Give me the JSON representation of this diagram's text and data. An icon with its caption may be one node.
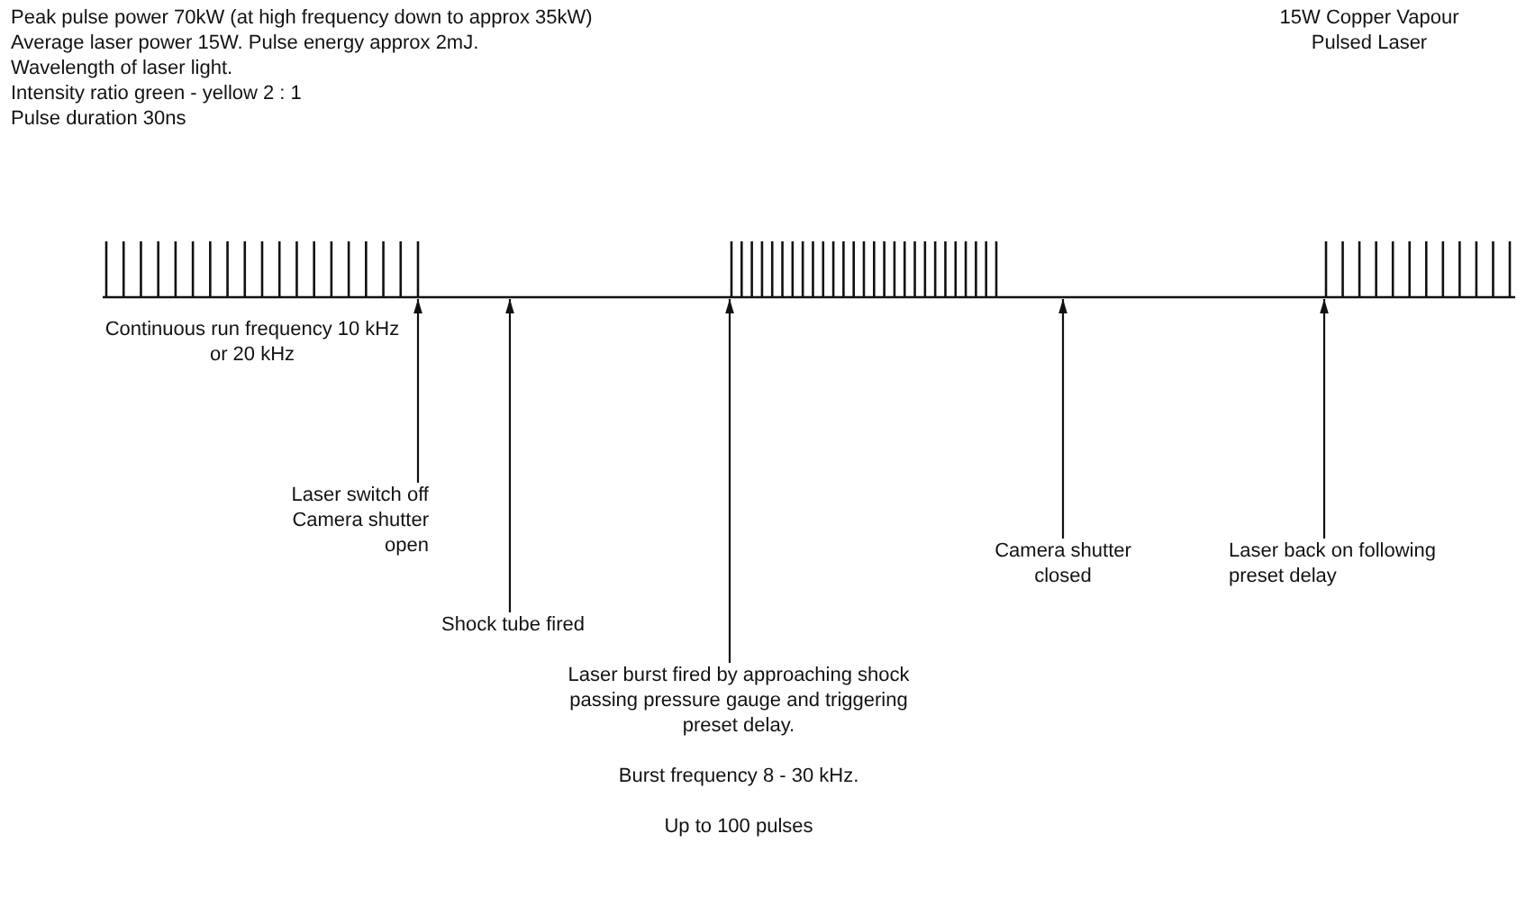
{
  "diagram": {
    "nodes": [
      {
        "text": [
          "Laser switch off Camera shutter open"
        ]
      },
      {
        "text": [
          "Shock tube fired"
        ]
      },
      {
        "text": [
          "Laser burst fired by approaching shock passing pressure gauge and triggering preset delay."
        ],
        "beside": [
          "Burst frequency 8 - 30 kHz.",
          "Up to 100 pulses"
        ]
      },
      {
        "text": [
          "Camera shutter closed"
        ]
      },
      {
        "text": [
          "Laser back on following preset delay"
        ]
      },
      {
        "text": [],
        "shape": "picture"
      }
    ],
    "edges": [
      {
        "from": 0,
        "to": 5,
        "arrow": "to"
      },
      {
        "from": 1,
        "to": 5,
        "arrow": "to"
      },
      {
        "from": 2,
        "to": 5,
        "arrow": "to"
      },
      {
        "from": 3,
        "to": 5,
        "arrow": "to"
      },
      {
        "from": 4,
        "to": 5,
        "arrow": "to"
      }
    ],
    "labels": [
      "Peak pulse power 70kW (at high frequency down to approx 35kW)",
      "Average laser power 15W.  Pulse energy approx  2mJ.",
      "Wavelength  of laser light.",
      "Intensity ratio green - yellow 2 : 1",
      "Pulse duration 30ns",
      "15W Copper Vapour Pulsed Laser",
      "Continuous run frequency 10 kHz or 20 kHz"
    ]
  }
}
